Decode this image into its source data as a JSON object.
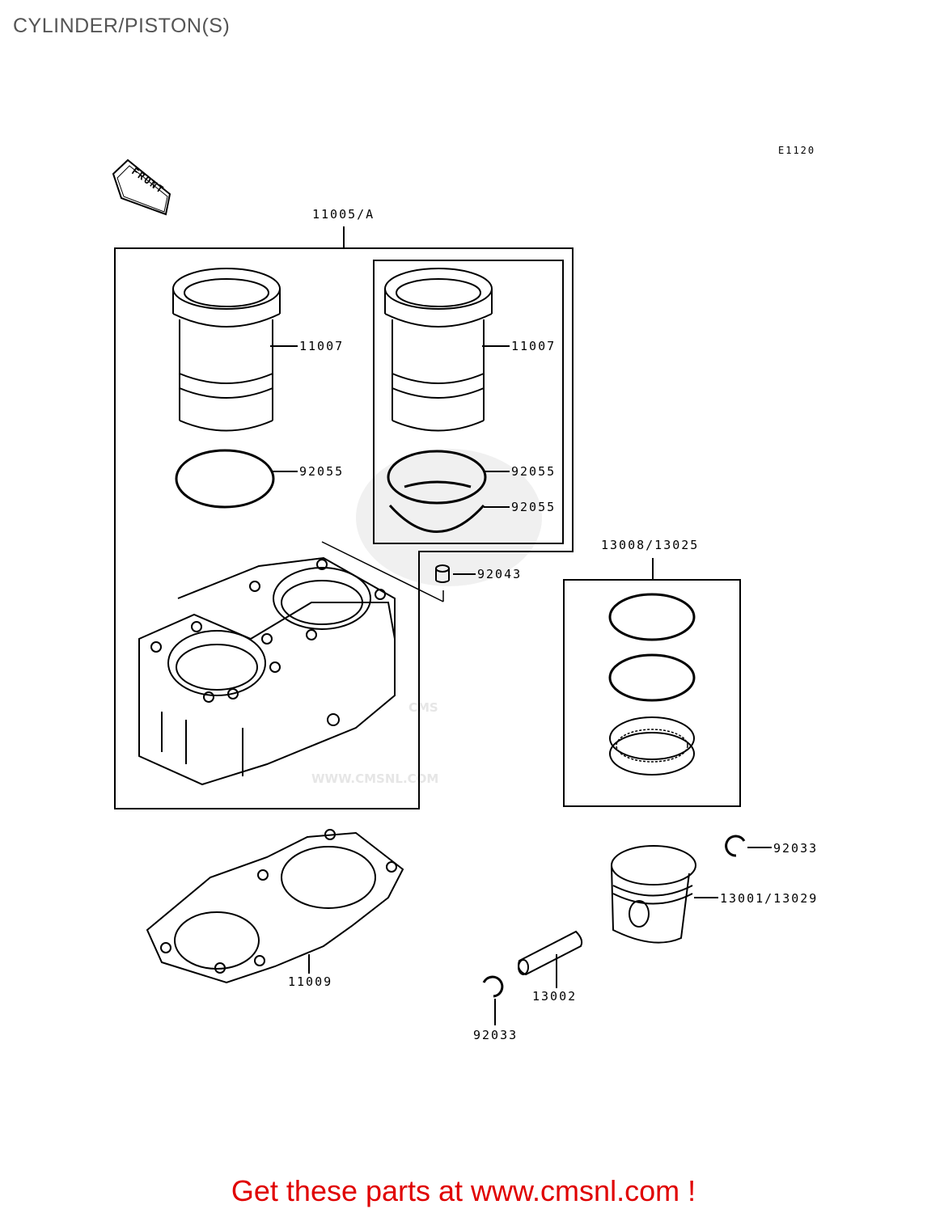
{
  "page": {
    "title": "CYLINDER/PISTON(S)",
    "footer_text": "Get these parts at www.cmsnl.com !"
  },
  "diagram": {
    "code": "E1120",
    "front_label": "FRONT",
    "watermark": {
      "logo": "CMS",
      "url": "WWW.CMSNL.COM"
    },
    "callouts": {
      "assembly_cylinder": "11005/A",
      "liner_left": "11007",
      "liner_right": "11007",
      "oring_left": "92055",
      "oring_right_upper": "92055",
      "oring_right_lower": "92055",
      "dowel_pin": "92043",
      "ring_set": "13008/13025",
      "gasket_base": "11009",
      "circlip_right": "92033",
      "piston": "13001/13029",
      "piston_pin": "13002",
      "circlip_left": "92033"
    }
  }
}
